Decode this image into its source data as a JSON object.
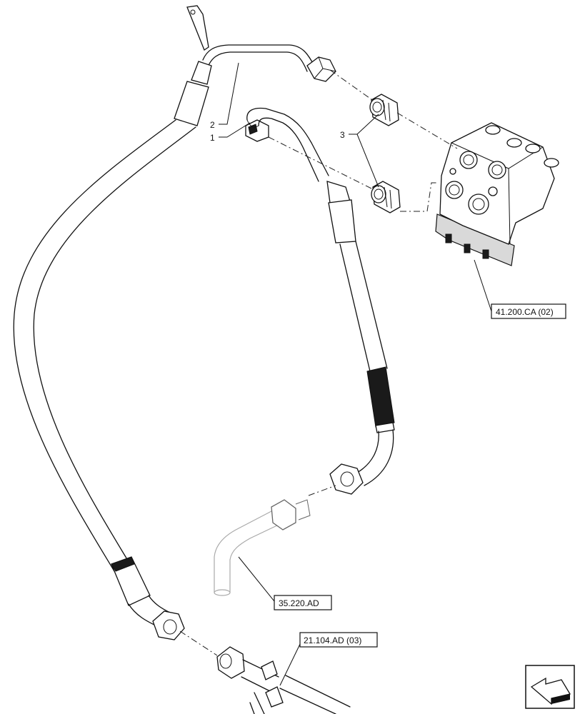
{
  "callouts": [
    {
      "id": "1",
      "label": "1"
    },
    {
      "id": "2",
      "label": "2"
    },
    {
      "id": "3",
      "label": "3"
    }
  ],
  "references": {
    "steering_unit": "41.200.CA (02)",
    "pipe_fitting": "35.220.AD",
    "tee_fitting": "21.104.AD (03)"
  },
  "icons": {
    "navigation": "arrow-navigation-icon"
  }
}
